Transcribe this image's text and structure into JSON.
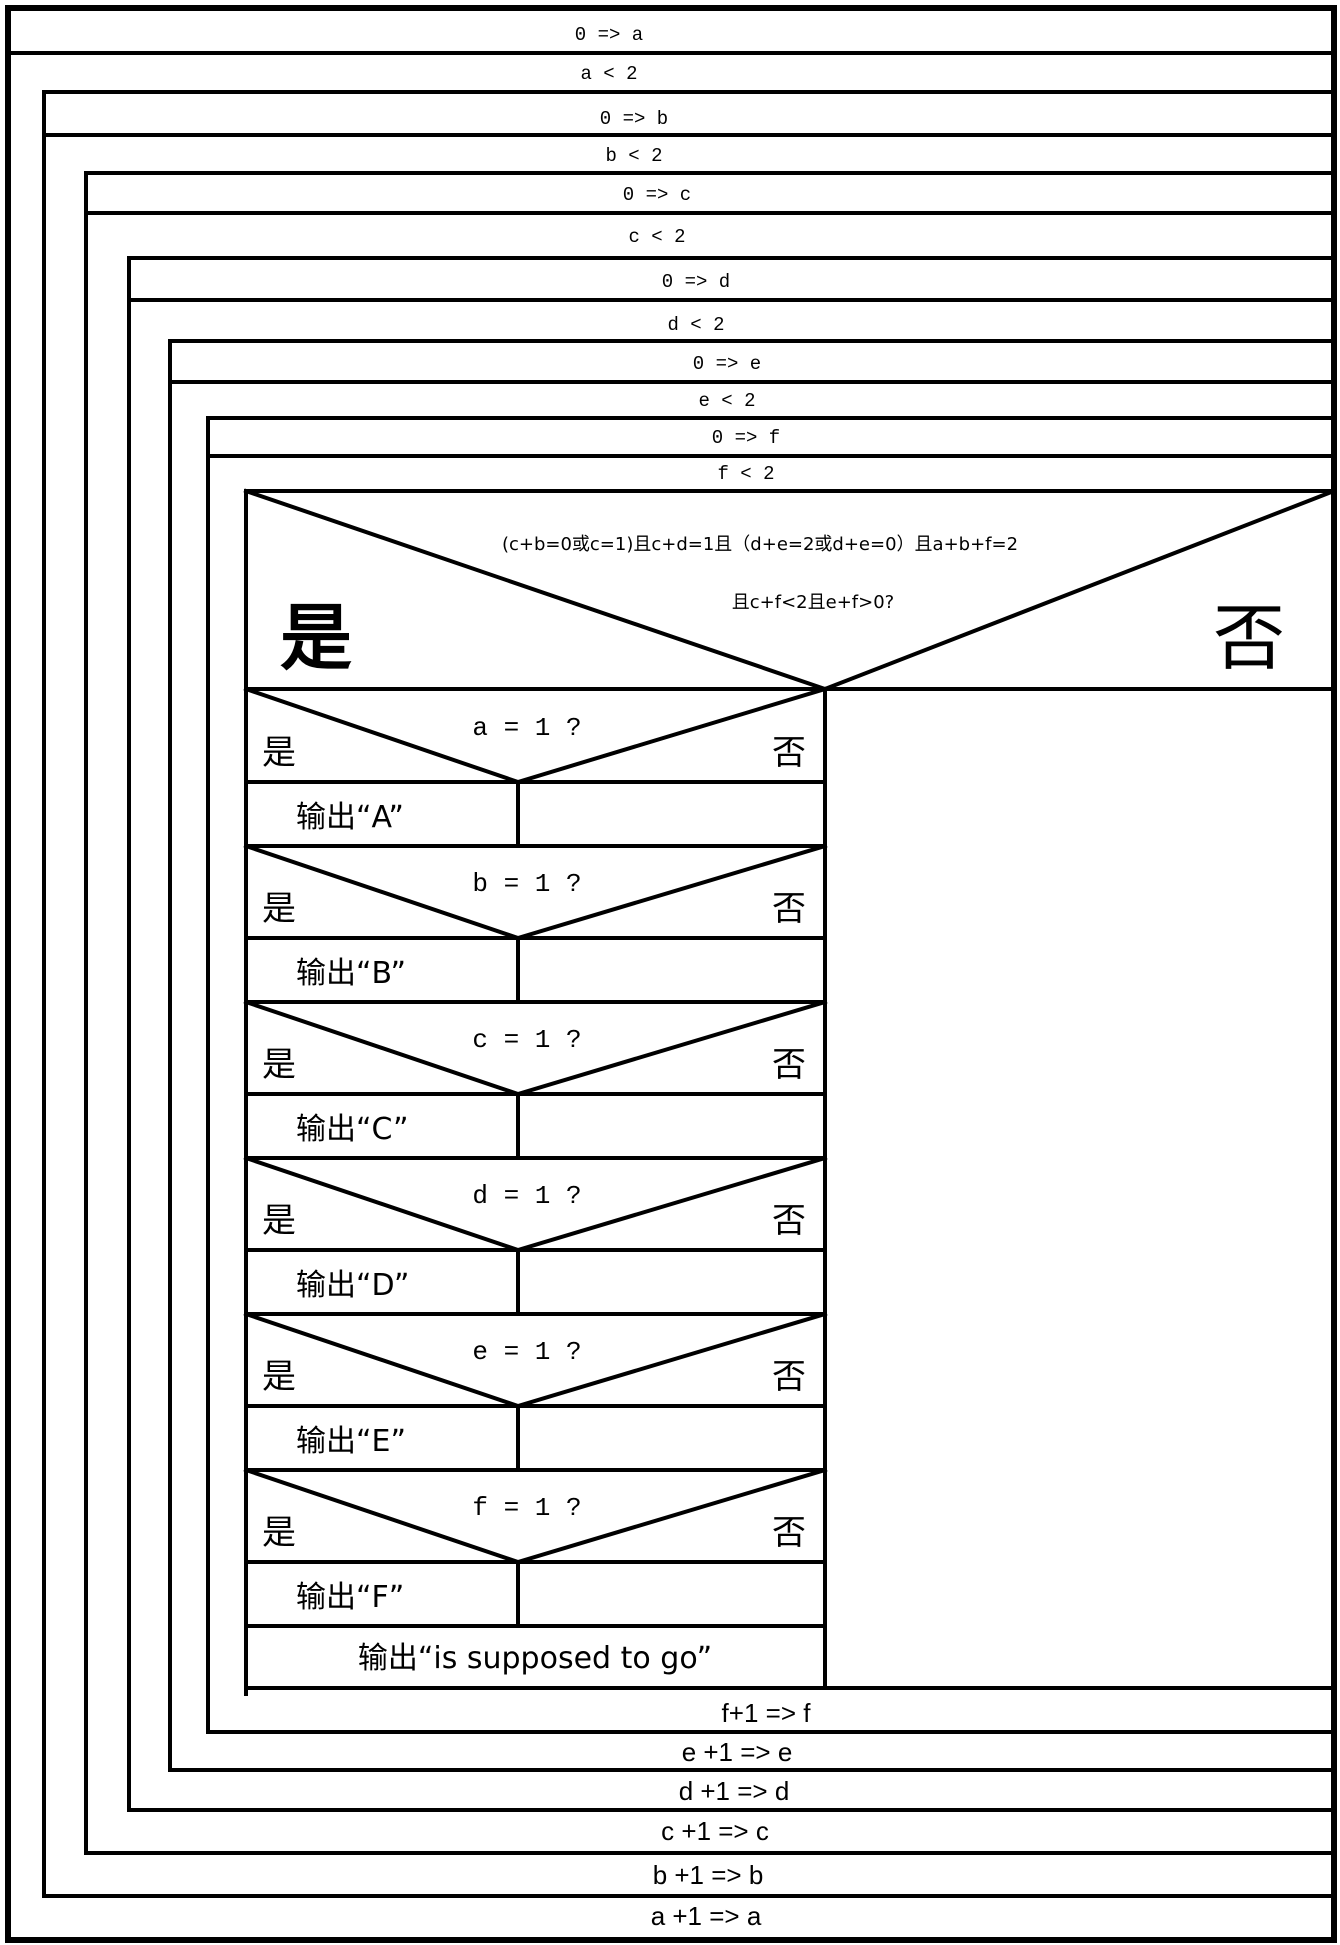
{
  "loops": [
    {
      "init": "0 => a",
      "cond": "a < 2",
      "incr": "a +1  => a"
    },
    {
      "init": "0 => b",
      "cond": "b < 2",
      "incr": "b +1  => b"
    },
    {
      "init": "0 => c",
      "cond": "c < 2",
      "incr": "c +1  => c"
    },
    {
      "init": "0 => d",
      "cond": "d < 2",
      "incr": "d +1  => d"
    },
    {
      "init": "0 => e",
      "cond": "e < 2",
      "incr": "e +1  => e"
    },
    {
      "init": "0 => f",
      "cond": "f < 2",
      "incr": "f+1  =>  f"
    }
  ],
  "main_decision": {
    "line1": "(c+b=0或c=1)且c+d=1且（d+e=2或d+e=0）且a+b+f=2",
    "line2": "且c+f<2且e+f>0?",
    "yes": "是",
    "no": "否"
  },
  "checks": [
    {
      "cond": "a = 1 ?",
      "yes": "是",
      "no": "否",
      "output": "输出“A”"
    },
    {
      "cond": "b = 1 ?",
      "yes": "是",
      "no": "否",
      "output": "输出“B”"
    },
    {
      "cond": "c = 1 ?",
      "yes": "是",
      "no": "否",
      "output": "输出“C”"
    },
    {
      "cond": "d = 1 ?",
      "yes": "是",
      "no": "否",
      "output": "输出“D”"
    },
    {
      "cond": "e = 1 ?",
      "yes": "是",
      "no": "否",
      "output": "输出“E”"
    },
    {
      "cond": "f = 1 ?",
      "yes": "是",
      "no": "否",
      "output": "输出“F”"
    }
  ],
  "final_output": "输出“is supposed to go”"
}
